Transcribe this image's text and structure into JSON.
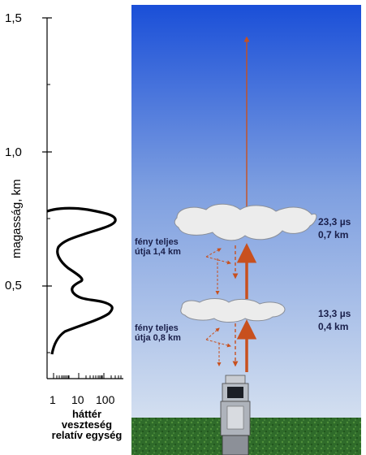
{
  "profile": {
    "y_axis_label": "magasság, km",
    "y_ticks": [
      "1,5",
      "1,0",
      "0,5"
    ],
    "x_ticks": [
      "1",
      "10",
      "100"
    ],
    "x_label_lines": [
      "háttér",
      "veszteség",
      "relatív egység"
    ]
  },
  "scene": {
    "upper_cloud": {
      "path_label_lines": [
        "fény teljes",
        "útja 1,4 km"
      ],
      "time": "23,3 µs",
      "distance": "0,7 km"
    },
    "lower_cloud": {
      "path_label_lines": [
        "fény teljes",
        "útja 0,8 km"
      ],
      "time": "13,3 µs",
      "distance": "0,4 km"
    }
  },
  "colors": {
    "sky_top": "#1a4fd8",
    "sky_bottom": "#c8d7ec",
    "grass": "#2f6b2a",
    "arrow": "#c8501e",
    "cloud": "#ececec"
  }
}
